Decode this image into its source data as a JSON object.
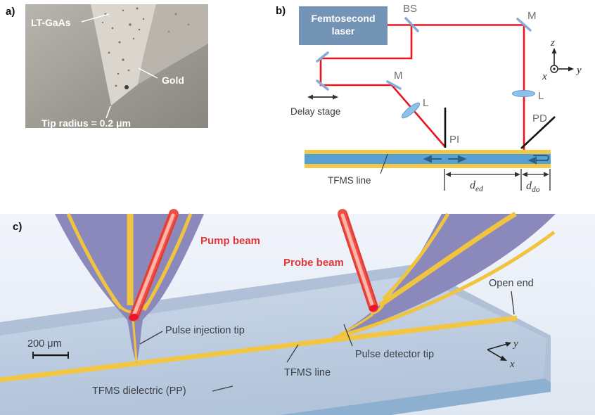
{
  "figure": {
    "type": "scientific-figure",
    "description": "Terahertz pulse injection/detection probe setup on a TFMS line"
  },
  "panel_a": {
    "label": "a)",
    "lt_gaas": "LT-GaAs",
    "gold": "Gold",
    "tip_radius": "Tip radius = 0.2 μm"
  },
  "panel_b": {
    "label": "b)",
    "laser_line1": "Femtosecond",
    "laser_line2": "laser",
    "bs": "BS",
    "mirror_top": "M",
    "mirror_mid": "M",
    "lens_right": "L",
    "lens_mid": "L",
    "pi": "PI",
    "pd": "PD",
    "delay_stage": "Delay stage",
    "tfms_line": "TFMS line",
    "d_ed": {
      "base": "d",
      "sub": "ed"
    },
    "d_do": {
      "base": "d",
      "sub": "do"
    },
    "axis": {
      "x": "x",
      "y": "y",
      "z": "z"
    }
  },
  "panel_c": {
    "label": "c)",
    "pump_beam": "Pump beam",
    "probe_beam": "Probe beam",
    "pulse_injection_tip": "Pulse injection tip",
    "pulse_detector_tip": "Pulse detector tip",
    "open_end": "Open end",
    "tfms_line": "TFMS line",
    "tfms_dielectric": "TFMS dielectric (PP)",
    "scale_bar": "200 μm",
    "axis": {
      "x": "x",
      "y": "y"
    }
  },
  "colors": {
    "beam_red": "#e8151e",
    "beam_cylinder": "#ee5049",
    "beam_core": "#fbb6a9",
    "laser_box": "#7494b6",
    "mirror_blue": "#85acd8",
    "lens_blue": "#8fc0e8",
    "stripe_yellow": "#f0c84a",
    "stripe_blue": "#57a0d4",
    "probe_purple": "#8b89bb",
    "slab_top": "#bccadd",
    "slab_bevel": "#b0c0d6",
    "slab_front": "#8db0d0",
    "sem_light": "#dad6ce",
    "sem_bg": "#a5a19b",
    "red_text": "#e23936"
  }
}
